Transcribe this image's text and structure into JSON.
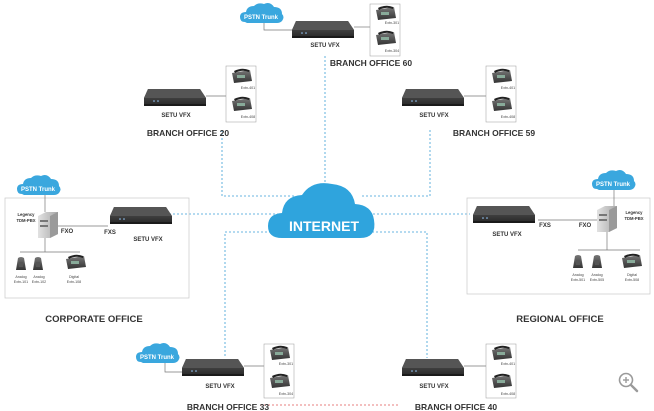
{
  "internet": {
    "label": "INTERNET",
    "fill": "#2fa4dd"
  },
  "colors": {
    "link": "#3a9fd6",
    "redlink": "#e05555",
    "cloud": "#3aa7de"
  },
  "icons": {
    "zoom": "zoom-in-icon",
    "phone": "phone-icon",
    "router": "router-icon",
    "pbx": "pbx-icon"
  },
  "pstn": {
    "label": "PSTN Trunk"
  },
  "device": {
    "label": "SETU VFX"
  },
  "branch60": {
    "name": "BRANCH OFFICE 60",
    "device": "SETU VFX",
    "pstn": "PSTN Trunk",
    "ext_a": "Extn-301",
    "ext_b": "Extn-304"
  },
  "branch20": {
    "name": "BRANCH OFFICE 20",
    "device": "SETU VFX",
    "ext_a": "Extn-401",
    "ext_b": "Extn-408"
  },
  "branch59": {
    "name": "BRANCH OFFICE 59",
    "device": "SETU VFX",
    "ext_a": "Extn-401",
    "ext_b": "Extn-408"
  },
  "corporate": {
    "name": "CORPORATE OFFICE",
    "device": "SETU VFX",
    "pstn": "PSTN Trunk",
    "pbx_1": "Legency",
    "pbx_2": "TDM-PBX",
    "fxo": "FXO",
    "fxs": "FXS",
    "phones": [
      {
        "type": "Analog",
        "ext": "Extn-101"
      },
      {
        "type": "Analog",
        "ext": "Extn-102"
      },
      {
        "type": "Digital",
        "ext": "Extn-108"
      }
    ]
  },
  "regional": {
    "name": "REGIONAL OFFICE",
    "device": "SETU VFX",
    "pstn": "PSTN Trunk",
    "pbx_1": "Legency",
    "pbx_2": "TDM-PBX",
    "fxo": "FXO",
    "fxs": "FXS",
    "phones": [
      {
        "type": "Analog",
        "ext": "Extn-501"
      },
      {
        "type": "Analog",
        "ext": "Extn-505"
      },
      {
        "type": "Digital",
        "ext": "Extn-508"
      }
    ]
  },
  "branch33": {
    "name": "BRANCH OFFICE 33",
    "device": "SETU VFX",
    "pstn": "PSTN Trunk",
    "ext_a": "Extn-301",
    "ext_b": "Extn-304"
  },
  "branch40": {
    "name": "BRANCH OFFICE 40",
    "device": "SETU VFX",
    "ext_a": "Extn-401",
    "ext_b": "Extn-408"
  }
}
